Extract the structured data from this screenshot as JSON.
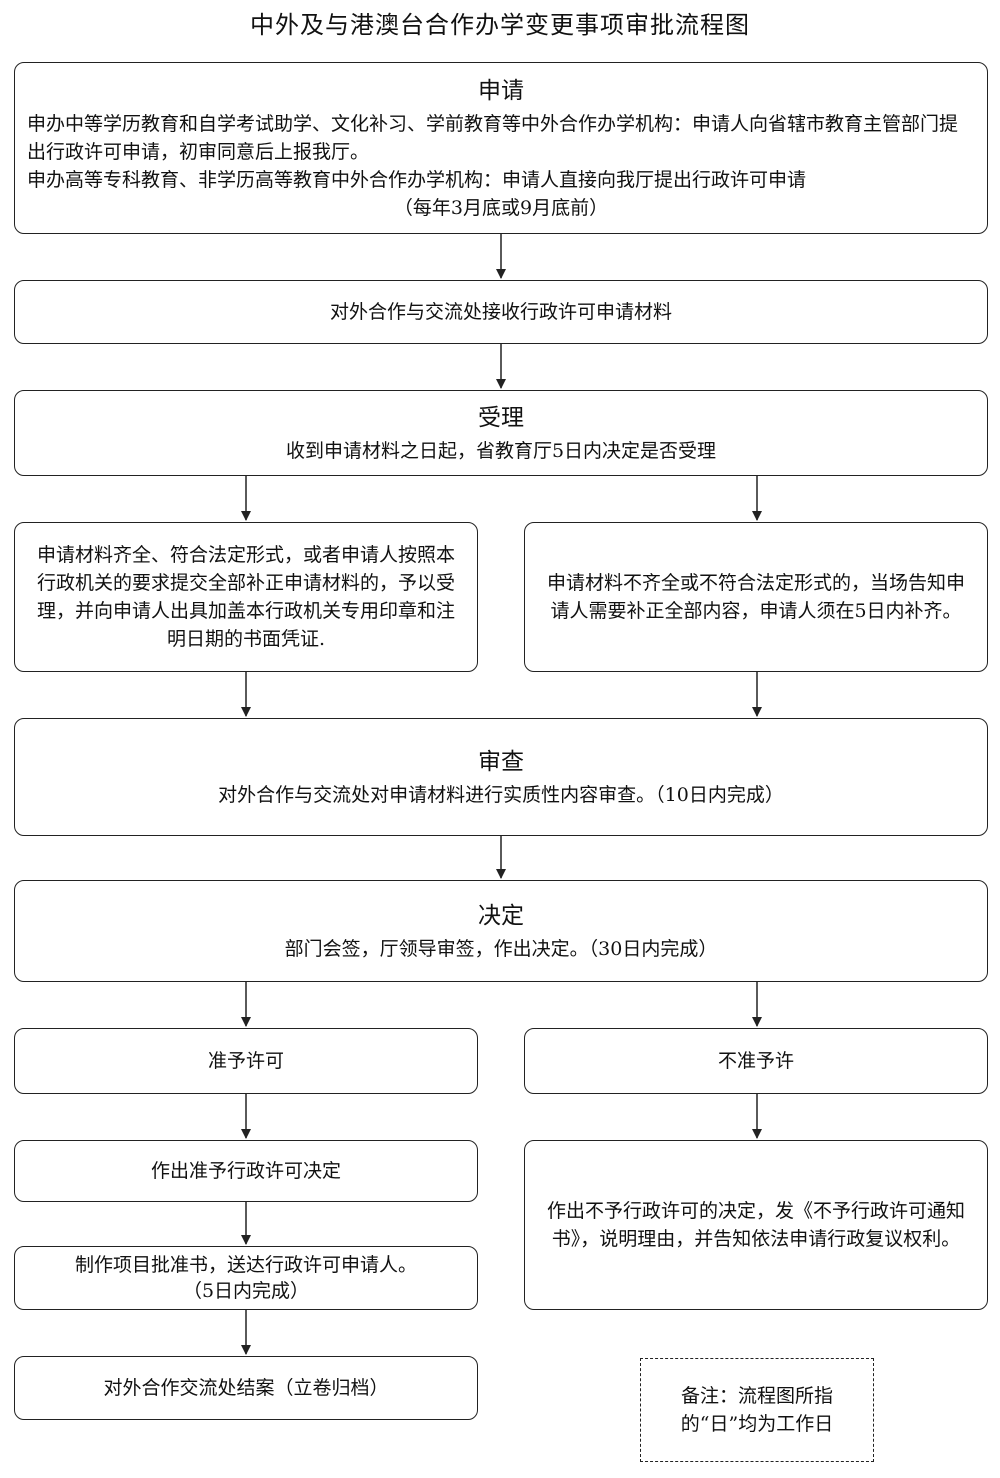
{
  "title": "中外及与港澳台合作办学变更事项审批流程图",
  "apply": {
    "heading": "申请",
    "line1": "申办中等学历教育和自学考试助学、文化补习、学前教育等中外合作办学机构：申请人向省辖市教育主管部门提出行政许可申请，初审同意后上报我厅。",
    "line2": "申办高等专科教育、非学历高等教育中外合作办学机构：申请人直接向我厅提出行政许可申请",
    "line3": "（每年3月底或9月底前）"
  },
  "receive": {
    "text": "对外合作与交流处接收行政许可申请材料"
  },
  "accept": {
    "heading": "受理",
    "text": "收到申请材料之日起，省教育厅5日内决定是否受理"
  },
  "accept_yes": {
    "text": "申请材料齐全、符合法定形式，或者申请人按照本行政机关的要求提交全部补正申请材料的，予以受理，并向申请人出具加盖本行政机关专用印章和注明日期的书面凭证."
  },
  "accept_no": {
    "text": "申请材料不齐全或不符合法定形式的，当场告知申请人需要补正全部内容，申请人须在5日内补齐。"
  },
  "review": {
    "heading": "审查",
    "text": "对外合作与交流处对申请材料进行实质性内容审查。（10日内完成）"
  },
  "decision": {
    "heading": "决定",
    "text": "部门会签，厅领导审签，作出决定。（30日内完成）"
  },
  "grant": {
    "text": "准予许可"
  },
  "deny": {
    "text": "不准予许"
  },
  "grant_decision": {
    "text": "作出准予行政许可决定"
  },
  "issue": {
    "line1": "制作项目批准书，送达行政许可申请人。",
    "line2": "（5日内完成）"
  },
  "archive": {
    "text": "对外合作交流处结案（立卷归档）"
  },
  "deny_decision": {
    "text": "作出不予行政许可的决定，发《不予行政许可通知书》，说明理由，并告知依法申请行政复议权利。"
  },
  "note": {
    "text": "备注：流程图所指的“日”均为工作日"
  }
}
